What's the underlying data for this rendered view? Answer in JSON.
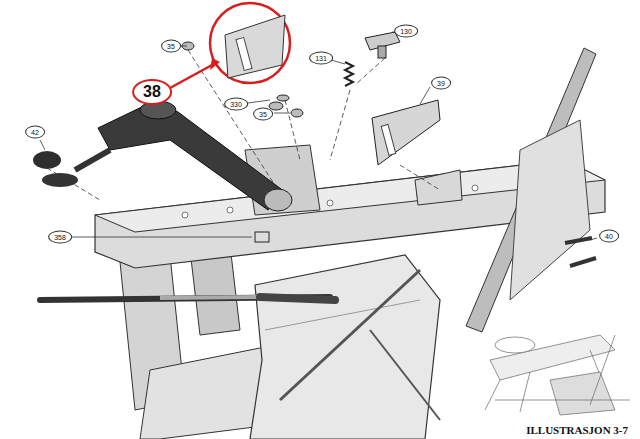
{
  "diagram": {
    "caption": "ILLUSTRASJON 3-7",
    "labels": [
      "35",
      "130",
      "131",
      "38",
      "330",
      "35",
      "39",
      "42",
      "358",
      "40"
    ]
  }
}
